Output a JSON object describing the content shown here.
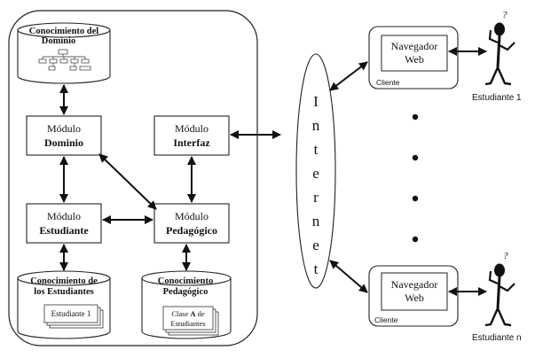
{
  "system_box": {},
  "conocimiento_dominio": {
    "line1": "Conocimiento del",
    "line2": "Dominio"
  },
  "modulo_dominio": {
    "line1": "Módulo",
    "line2": "Dominio"
  },
  "modulo_interfaz": {
    "line1": "Módulo",
    "line2": "Interfaz"
  },
  "modulo_estudiante": {
    "line1": "Módulo",
    "line2": "Estudiante"
  },
  "modulo_pedagogico": {
    "line1": "Módulo",
    "line2": "Pedagógico"
  },
  "conocimiento_estudiantes": {
    "line1": "Conocimiento de",
    "line2": "los Estudiantes",
    "doc": "Estudiante 1"
  },
  "conocimiento_pedagogico": {
    "line1": "Conocimiento",
    "line2": "Pedagógico",
    "doc_line1": "Clase A de",
    "doc_line1_bold": "A",
    "doc_line2": "Estudiantes"
  },
  "internet": {
    "letters": [
      "I",
      "n",
      "t",
      "e",
      "r",
      "n",
      "e",
      "t"
    ]
  },
  "client_top": {
    "browser_line1": "Navegador",
    "browser_line2": "Web",
    "label": "Cliente"
  },
  "client_bottom": {
    "browser_line1": "Navegador",
    "browser_line2": "Web",
    "label": "Cliente"
  },
  "student_top": {
    "label": "Estudiante 1",
    "mark": "?"
  },
  "student_bottom": {
    "label": "Estudiante n",
    "mark": "?"
  }
}
